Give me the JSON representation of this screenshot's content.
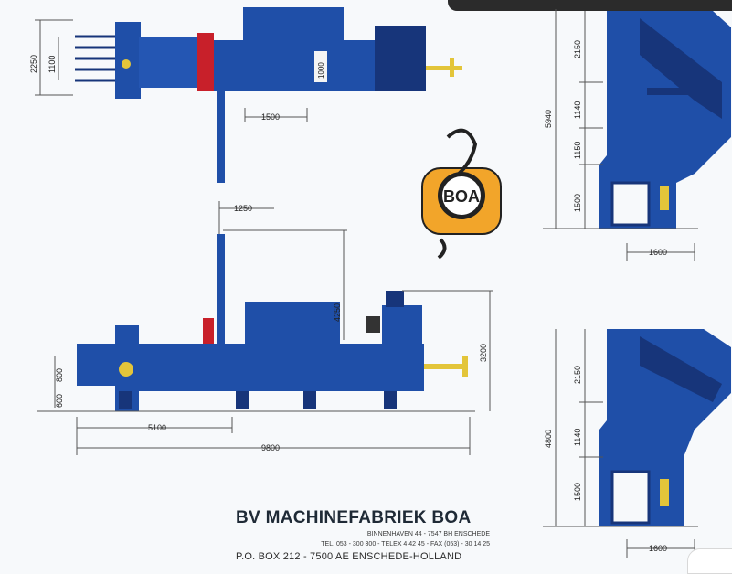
{
  "company": {
    "name": "BV MACHINEFABRIEK BOA",
    "address": "BINNENHAVEN 44 - 7547 BH ENSCHEDE",
    "phone": "TEL. 053 - 300 300 - TELEX 4 42 45 - FAX (053) - 30 14 25",
    "pobox": "P.O. BOX 212 - 7500 AE ENSCHEDE-HOLLAND"
  },
  "logo": {
    "text": "BOA"
  },
  "top_view": {
    "dim_width": "2250",
    "dim_inner": "1100",
    "dim_box": "1000",
    "dim_length": "1500"
  },
  "side_view": {
    "dim_1250": "1250",
    "dim_4250": "4250",
    "dim_3200": "3200",
    "dim_800": "800",
    "dim_600": "600",
    "dim_5100": "5100",
    "dim_9800": "9800"
  },
  "end_view_top": {
    "dim_5940": "5940",
    "dim_2150": "2150",
    "dim_1140": "1140",
    "dim_1150": "1150",
    "dim_1500": "1500",
    "dim_1600": "1600"
  },
  "end_view_bottom": {
    "dim_4800": "4800",
    "dim_2150": "2150",
    "dim_1140": "1140",
    "dim_1500": "1500",
    "dim_1600": "1600"
  },
  "colors": {
    "machine_blue": "#1f4fa8",
    "machine_dark": "#17357a",
    "red_part": "#c8202a",
    "yellow_part": "#e3c53a",
    "logo_orange": "#f2a52a",
    "dim_line": "#555555"
  }
}
